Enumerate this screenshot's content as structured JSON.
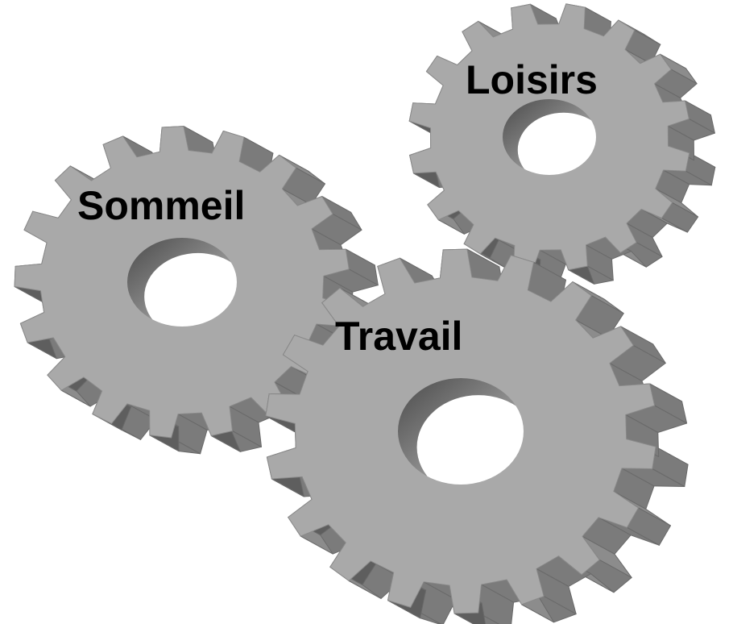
{
  "gears": [
    {
      "id": "sommeil",
      "label": "Sommeil"
    },
    {
      "id": "loisirs",
      "label": "Loisirs"
    },
    {
      "id": "travail",
      "label": "Travail"
    }
  ],
  "colors": {
    "face": "#a9a9a9",
    "side": "#7b7b7b",
    "side_dark": "#5e5e5e",
    "edge": "#8c8c8c",
    "hole_inner_light": "#9a9a9a",
    "hole_inner_dark": "#4f4f4f",
    "background": "#ffffff"
  }
}
